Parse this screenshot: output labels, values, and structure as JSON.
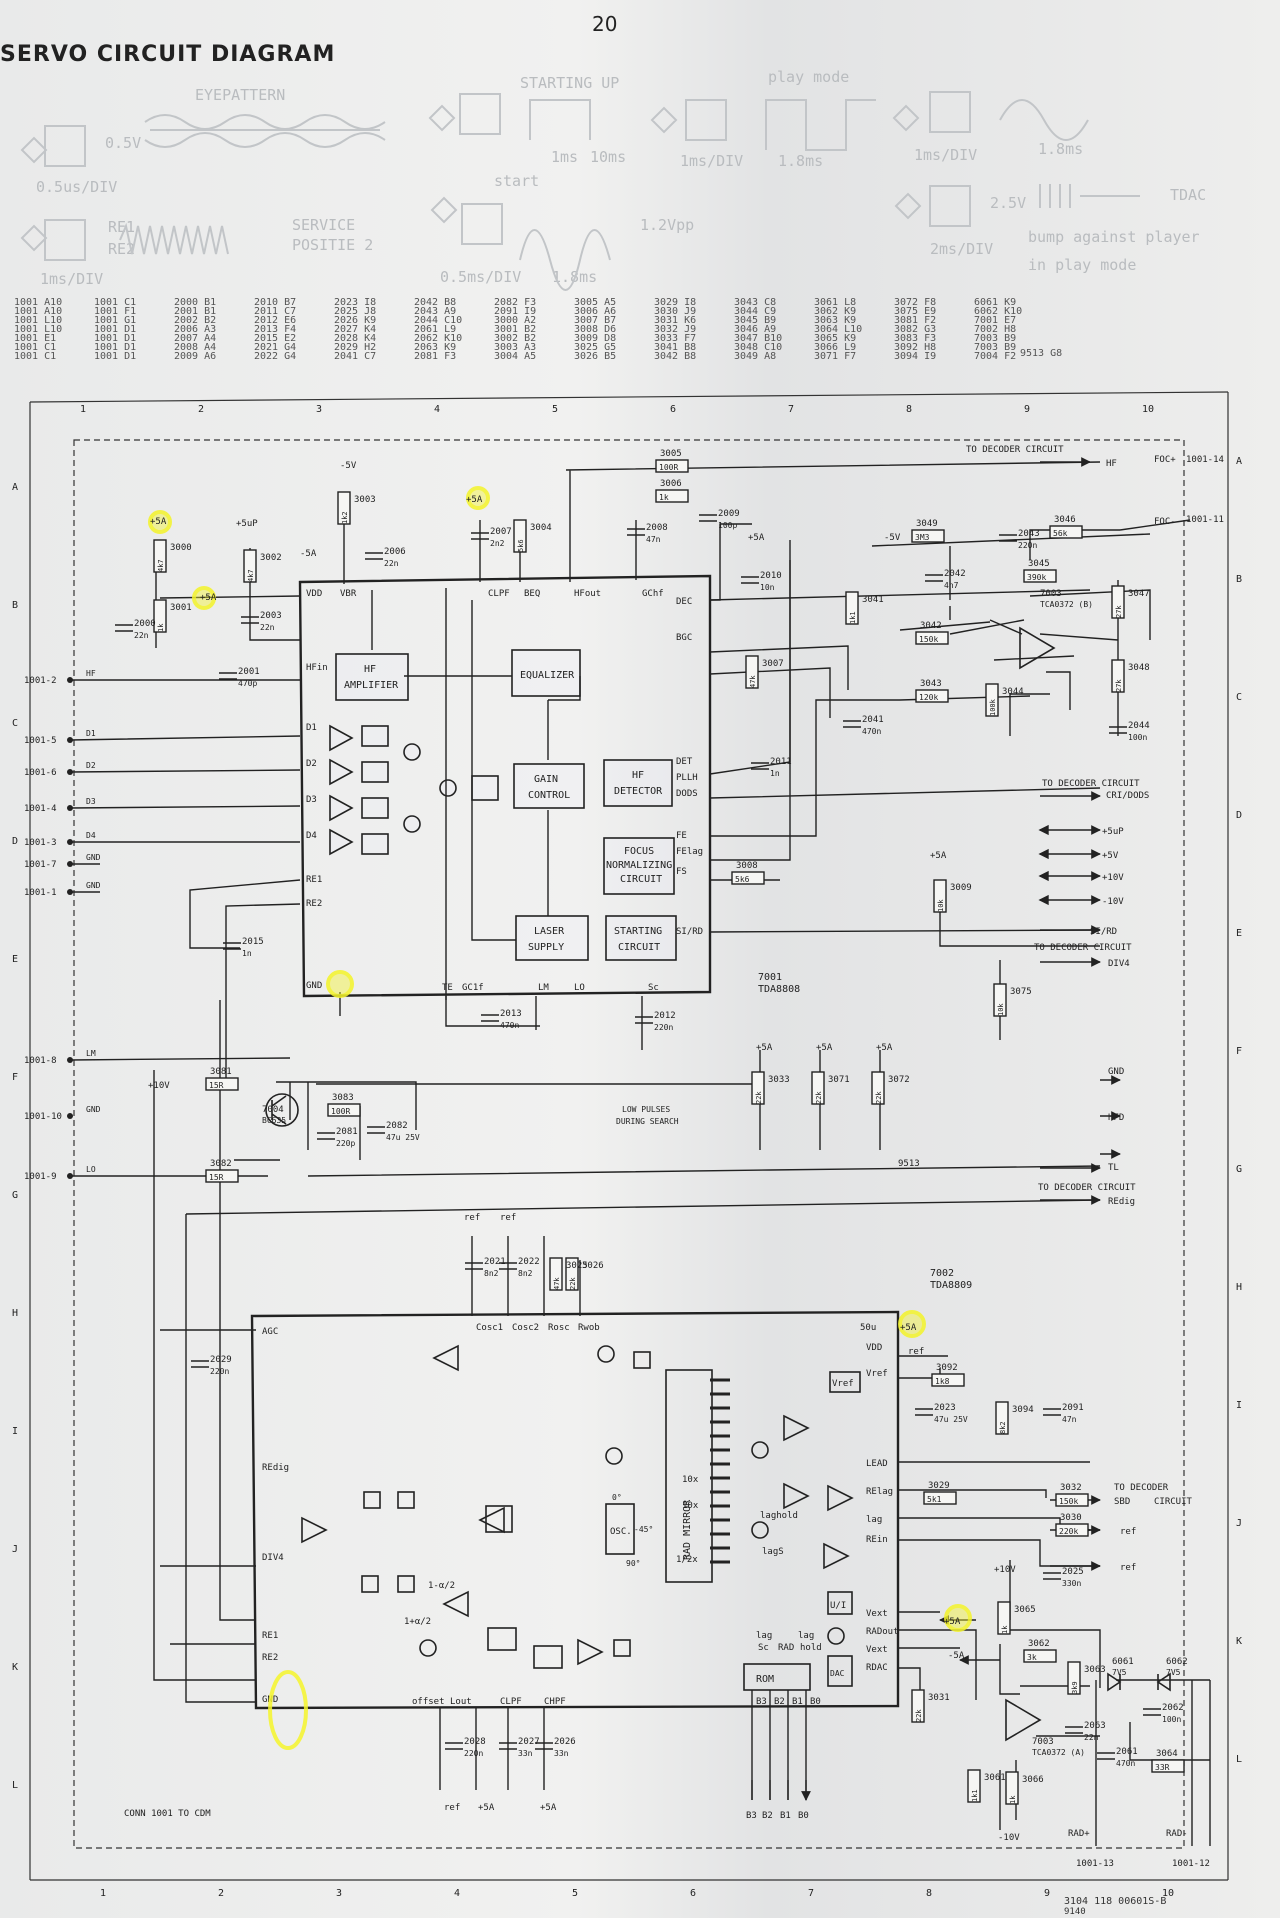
{
  "page": {
    "number": "20",
    "title": "SERVO CIRCUIT DIAGRAM",
    "doc_number": "3104 118 00601S-B",
    "doc_number_sub": "9140"
  },
  "scope_panels": {
    "eye": {
      "title": "EYEPATTERN",
      "v": "0.5V",
      "t": "0.5us/DIV"
    },
    "start": {
      "title": "STARTING UP",
      "t1": "1ms",
      "t2": "10ms",
      "start": "start",
      "vpp": "1.2Vpp",
      "div": "0.5ms/DIV",
      "len": "1.8ms"
    },
    "play": {
      "title": "play mode",
      "div": "1ms/DIV",
      "len": "1.8ms"
    },
    "right": {
      "div": "1ms/DIV",
      "len": "1.8ms"
    },
    "re": {
      "re1": "RE1",
      "re2": "RE2",
      "service": "SERVICE",
      "position": "POSITIE 2",
      "div": "1ms/DIV"
    },
    "bump": {
      "v": "2.5V",
      "tdac": "TDAC",
      "div": "2ms/DIV",
      "l1": "bump against player",
      "l2": "in play mode"
    }
  },
  "position_table": {
    "columns": [
      [
        "1001 A10",
        "1001 A10",
        "1001 L10",
        "1001 L10",
        "1001 E1",
        "1001 C1",
        "1001 C1"
      ],
      [
        "1001 C1",
        "1001 F1",
        "1001 G1",
        "1001 D1",
        "1001 D1",
        "1001 D1",
        "1001 D1"
      ],
      [
        "2000 B1",
        "2001 B1",
        "2002 B2",
        "2006 A3",
        "2007 A4",
        "2008 A4",
        "2009 A6"
      ],
      [
        "2010 B7",
        "2011 C7",
        "2012 E6",
        "2013 F4",
        "2015 E2",
        "2021 G4",
        "2022 G4"
      ],
      [
        "2023 I8",
        "2025 J8",
        "2026 K9",
        "2027 K4",
        "2028 K4",
        "2029 H2",
        "2041 C7"
      ],
      [
        "2042 B8",
        "2043 A9",
        "2044 C10",
        "2061 L9",
        "2062 K10",
        "2063 K9",
        "2081 F3"
      ],
      [
        "2082 F3",
        "2091 I9",
        "3000 A2",
        "3001 B2",
        "3002 B2",
        "3003 A3",
        "3004 A5"
      ],
      [
        "3005 A5",
        "3006 A6",
        "3007 B7",
        "3008 D6",
        "3009 D8",
        "3025 G5",
        "3026 B5"
      ],
      [
        "3029 I8",
        "3030 J9",
        "3031 K6",
        "3032 J9",
        "3033 F7",
        "3041 B8",
        "3042 B8"
      ],
      [
        "3043 C8",
        "3044 C9",
        "3045 B9",
        "3046 A9",
        "3047 B10",
        "3048 C10",
        "3049 A8"
      ],
      [
        "3061 L8",
        "3062 K9",
        "3063 K9",
        "3064 L10",
        "3065 K9",
        "3066 L9",
        "3071 F7"
      ],
      [
        "3072 F8",
        "3075 E9",
        "3081 F2",
        "3082 G3",
        "3083 F3",
        "3092 H8",
        "3094 I9"
      ],
      [
        "6061 K9",
        "6062 K10",
        "7001 E7",
        "7002 H8",
        "7003 B9",
        "7003 B9",
        "7004 F2"
      ]
    ],
    "ref": "9513 G8"
  },
  "grid": {
    "cols": [
      "1",
      "2",
      "3",
      "4",
      "5",
      "6",
      "7",
      "8",
      "9",
      "10"
    ],
    "rows": [
      "A",
      "B",
      "C",
      "D",
      "E",
      "F",
      "G",
      "H",
      "I",
      "J",
      "K",
      "L"
    ]
  },
  "ic7001": {
    "name": "7001",
    "type": "TDA8808",
    "blocks": [
      "HF AMPLIFIER",
      "EQUALIZER",
      "GAIN CONTROL",
      "HF DETECTOR",
      "FOCUS NORMALIZING CIRCUIT",
      "LASER SUPPLY",
      "STARTING CIRCUIT"
    ],
    "pins_left": [
      "VDD",
      "VBR",
      "HFin",
      "D1",
      "D2",
      "D3",
      "D4",
      "RE1",
      "RE2",
      "GND"
    ],
    "pins_top": [
      "CLPF",
      "BEQ",
      "HFout",
      "GChf"
    ],
    "pins_right": [
      "DEC",
      "BGC",
      "DET",
      "PLLH",
      "DODS",
      "FE",
      "FElag",
      "FS",
      "SI/RD"
    ],
    "pins_bottom": [
      "TE",
      "GC1f",
      "LM",
      "LO",
      "Sc"
    ]
  },
  "ic7002": {
    "name": "7002",
    "type": "TDA8809",
    "blocks": [
      "RAD MIRROR",
      "OSC.",
      "ROM",
      "DAC",
      "Vref",
      "U/I"
    ],
    "pins_left": [
      "AGC",
      "REdig",
      "DIV4",
      "RE1",
      "RE2",
      "GND"
    ],
    "pins_top": [
      "Cosc1",
      "Cosc2",
      "Rosc",
      "Rwob"
    ],
    "pins_right": [
      "VDD",
      "Vref",
      "LEAD",
      "RElag",
      "lag",
      "REin",
      "Vext",
      "RADout",
      "Vext",
      "RDAC"
    ],
    "pins_bottom": [
      "offset",
      "Lout",
      "CLPF",
      "CHPF",
      "B3",
      "B2",
      "B1",
      "B0"
    ]
  },
  "connections": {
    "left": [
      "1001-2",
      "1001-5",
      "1001-6",
      "1001-4",
      "1001-3",
      "1001-7",
      "1001-1",
      "1001-8",
      "1001-10",
      "1001-9"
    ],
    "left_labels": [
      "HF",
      "D1",
      "D2",
      "D3",
      "D4",
      "GND",
      "GND",
      "LM",
      "GND",
      "LO"
    ],
    "right": [
      "TO DECODER CIRCUIT",
      "HF",
      "FOC+",
      "1001-14",
      "FOC-",
      "1001-11",
      "TO DECODER CIRCUIT",
      "CRI/DODS",
      "+5uP",
      "+5V",
      "+10V",
      "-10V",
      "SI/RD",
      "TO DECODER CIRCUIT",
      "DIV4",
      "GND",
      "HFD",
      "TL",
      "TO DECODER CIRCUIT",
      "REdig",
      "TO DECODER",
      "SBD",
      "CIRCUIT",
      "ref",
      "ref"
    ],
    "bottom": [
      "CONN 1001 TO CDM",
      "RAD+",
      "RAD-",
      "1001-13",
      "1001-12",
      "B3",
      "B2",
      "B1",
      "B0"
    ]
  },
  "components": {
    "resistors": [
      {
        "ref": "3000",
        "val": "4k7"
      },
      {
        "ref": "3001",
        "val": "1k"
      },
      {
        "ref": "3002",
        "val": "4k7"
      },
      {
        "ref": "3003",
        "val": "1k2"
      },
      {
        "ref": "3004",
        "val": "5k6"
      },
      {
        "ref": "3005",
        "val": "100R"
      },
      {
        "ref": "3006",
        "val": "1k"
      },
      {
        "ref": "3007",
        "val": "47k"
      },
      {
        "ref": "3008",
        "val": "5k6"
      },
      {
        "ref": "3009",
        "val": "10k"
      },
      {
        "ref": "3033",
        "val": "22k"
      },
      {
        "ref": "3071",
        "val": "22k"
      },
      {
        "ref": "3072",
        "val": "22k"
      },
      {
        "ref": "3075",
        "val": "10k"
      },
      {
        "ref": "3081",
        "val": "15R"
      },
      {
        "ref": "3082",
        "val": "15R"
      },
      {
        "ref": "3083",
        "val": "100R"
      },
      {
        "ref": "3041",
        "val": "1k1"
      },
      {
        "ref": "3042",
        "val": "150k"
      },
      {
        "ref": "3043",
        "val": "120k"
      },
      {
        "ref": "3044",
        "val": "100k"
      },
      {
        "ref": "3045",
        "val": "390k"
      },
      {
        "ref": "3046",
        "val": "56k"
      },
      {
        "ref": "3047",
        "val": "27k"
      },
      {
        "ref": "3048",
        "val": "27k"
      },
      {
        "ref": "3049",
        "val": "3M3"
      },
      {
        "ref": "3025",
        "val": "47k"
      },
      {
        "ref": "3026",
        "val": "22k"
      },
      {
        "ref": "3029",
        "val": "5k1"
      },
      {
        "ref": "3030",
        "val": "220k"
      },
      {
        "ref": "3031",
        "val": "22k"
      },
      {
        "ref": "3032",
        "val": "150k"
      },
      {
        "ref": "3061",
        "val": "1k1"
      },
      {
        "ref": "3062",
        "val": "3k"
      },
      {
        "ref": "3063",
        "val": "3k9"
      },
      {
        "ref": "3064",
        "val": "33R"
      },
      {
        "ref": "3065",
        "val": "1k"
      },
      {
        "ref": "3066",
        "val": "1k"
      },
      {
        "ref": "3092",
        "val": "1k8"
      },
      {
        "ref": "3094",
        "val": "8k2"
      }
    ],
    "capacitors": [
      {
        "ref": "2000",
        "val": "22n"
      },
      {
        "ref": "2001",
        "val": "470p"
      },
      {
        "ref": "2003",
        "val": "22n"
      },
      {
        "ref": "2006",
        "val": "22n"
      },
      {
        "ref": "2007",
        "val": "2n2"
      },
      {
        "ref": "2008",
        "val": "47n"
      },
      {
        "ref": "2009",
        "val": "100p"
      },
      {
        "ref": "2010",
        "val": "10n"
      },
      {
        "ref": "2011",
        "val": "1n"
      },
      {
        "ref": "2012",
        "val": "220n"
      },
      {
        "ref": "2013",
        "val": "470n"
      },
      {
        "ref": "2015",
        "val": "1n"
      },
      {
        "ref": "2041",
        "val": "470n"
      },
      {
        "ref": "2042",
        "val": "4n7"
      },
      {
        "ref": "2043",
        "val": "220n"
      },
      {
        "ref": "2044",
        "val": "100n"
      },
      {
        "ref": "2081",
        "val": "220p"
      },
      {
        "ref": "2082",
        "val": "47u 25V"
      },
      {
        "ref": "2021",
        "val": "8n2"
      },
      {
        "ref": "2022",
        "val": "8n2"
      },
      {
        "ref": "2023",
        "val": "47u 25V"
      },
      {
        "ref": "2025",
        "val": "330n"
      },
      {
        "ref": "2026",
        "val": "33n"
      },
      {
        "ref": "2027",
        "val": "33n"
      },
      {
        "ref": "2028",
        "val": "220n"
      },
      {
        "ref": "2029",
        "val": "220n"
      },
      {
        "ref": "2061",
        "val": "470n"
      },
      {
        "ref": "2062",
        "val": "100n"
      },
      {
        "ref": "2063",
        "val": "22n"
      },
      {
        "ref": "2091",
        "val": "47n"
      }
    ],
    "semis": [
      {
        "ref": "7003",
        "val": "TCA0372 (B)"
      },
      {
        "ref": "7003",
        "val": "TCA0372 (A)"
      },
      {
        "ref": "7004",
        "val": "BC635"
      },
      {
        "ref": "6061",
        "val": "7V5"
      },
      {
        "ref": "6062",
        "val": "7V5"
      }
    ],
    "supplies": [
      "+5A",
      "+5uP",
      "-5V",
      "-5A",
      "+10V",
      "-10V",
      "ref"
    ]
  },
  "annotations": {
    "low": "LOW PULSES",
    "search": "DURING SEARCH",
    "net9513": "9513",
    "supply_50u": "50u",
    "alpha1": "1-α/2",
    "alpha2": "1+α/2",
    "osc_deg": [
      "0°",
      "-45°",
      "90°"
    ],
    "laghold": "laghold",
    "lagS": "lagS",
    "x10": "10x",
    "half": "1/2x",
    "lag": [
      "lag",
      "Sc",
      "lag",
      "RAD",
      "hold"
    ]
  },
  "colors": {
    "ink": "#222222",
    "paper": "#eceded",
    "highlight": "#f4f42a"
  }
}
